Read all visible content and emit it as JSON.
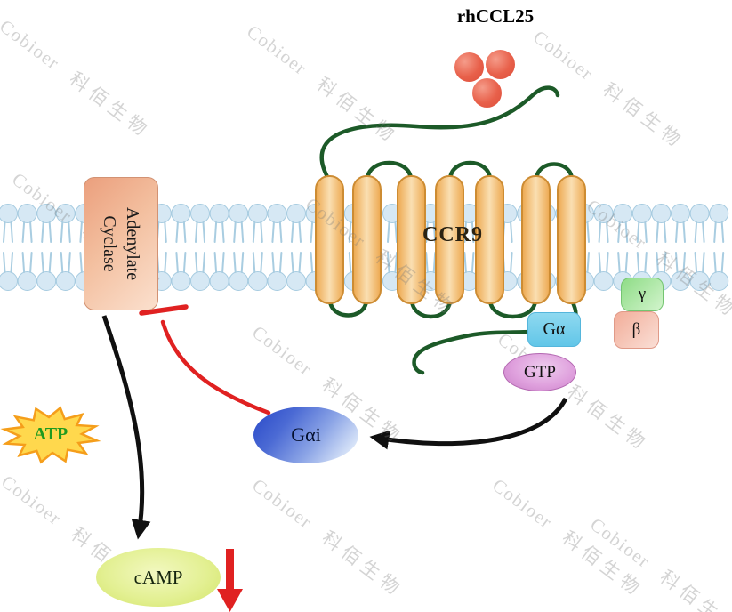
{
  "ligand": {
    "label": "rhCCL25"
  },
  "receptor": {
    "label": "CCR9"
  },
  "enzyme": {
    "name_line1": "Adenylate",
    "name_line2": "Cyclase"
  },
  "g_protein": {
    "alpha_label": "Gα",
    "gtp_label": "GTP",
    "gamma_label": "γ",
    "beta_label": "β",
    "alpha_i_label": "Gαi"
  },
  "molecules": {
    "atp_label": "ATP",
    "camp_label": "cAMP"
  },
  "watermark": {
    "brand": "Cobioer",
    "brand_cn": "科佰生物"
  },
  "colors": {
    "helix_fill_edge": "#eda84f",
    "helix_fill_center": "#fadfb2",
    "helix_stroke": "#cd8c33",
    "loop_green": "#1c5a28",
    "ligand_red": "#e25a46",
    "inhibit_red": "#e02121",
    "arrow_black": "#101010",
    "membrane_head": "#d6e8f4",
    "membrane_tail": "#a9cde1",
    "atp_star_fill": "#ffd84d",
    "atp_star_stroke": "#f59e1b"
  }
}
